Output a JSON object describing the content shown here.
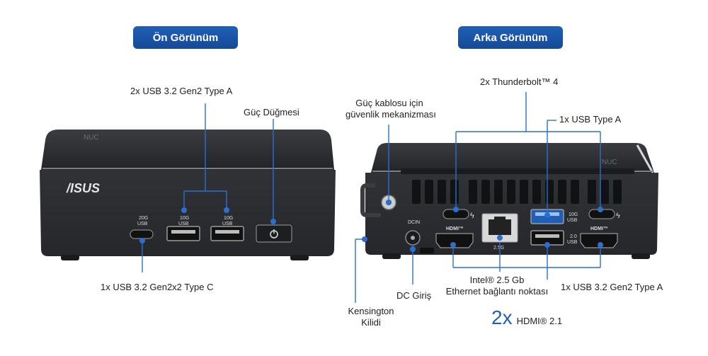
{
  "headers": {
    "front": "Ön Görünüm",
    "rear": "Arka Görünüm"
  },
  "front": {
    "brand": "/ISUS",
    "labels": {
      "usb_a": "2x USB 3.2 Gen2 Type A",
      "power": "Güç Düğmesi",
      "usb_c": "1x USB 3.2 Gen2x2 Type C"
    },
    "port_marks": {
      "c_speed": "20G",
      "c_name": "USB",
      "a1_speed": "10G",
      "a1_name": "USB",
      "a2_speed": "10G",
      "a2_name": "USB"
    }
  },
  "rear": {
    "labels": {
      "security_line1": "Güç kablosu için",
      "security_line2": "güvenlik mekanizması",
      "thunderbolt": "2x Thunderbolt™ 4",
      "usb_type_a": "1x USB Type A",
      "kensington_line1": "Kensington",
      "kensington_line2": "Kilidi",
      "dc_in": "DC Giriş",
      "ethernet_line1": "Intel® 2.5 Gb",
      "ethernet_line2": "Ethernet bağlantı noktası",
      "usb_gen2_a": "1x USB 3.2 Gen2 Type A",
      "hdmi_count": "2x",
      "hdmi_name": "HDMI® 2.1"
    },
    "port_marks": {
      "dcin": "DCIN",
      "lan_speed": "2.5G",
      "usb10g_speed": "10G",
      "usb10g_name": "USB",
      "usb20_speed": "2.0",
      "usb20_name": "USB",
      "hdmi": "HDMI™"
    }
  },
  "colors": {
    "accent": "#1f5fb8",
    "leader": "#2a6fcf",
    "device": "#2b2d31"
  }
}
